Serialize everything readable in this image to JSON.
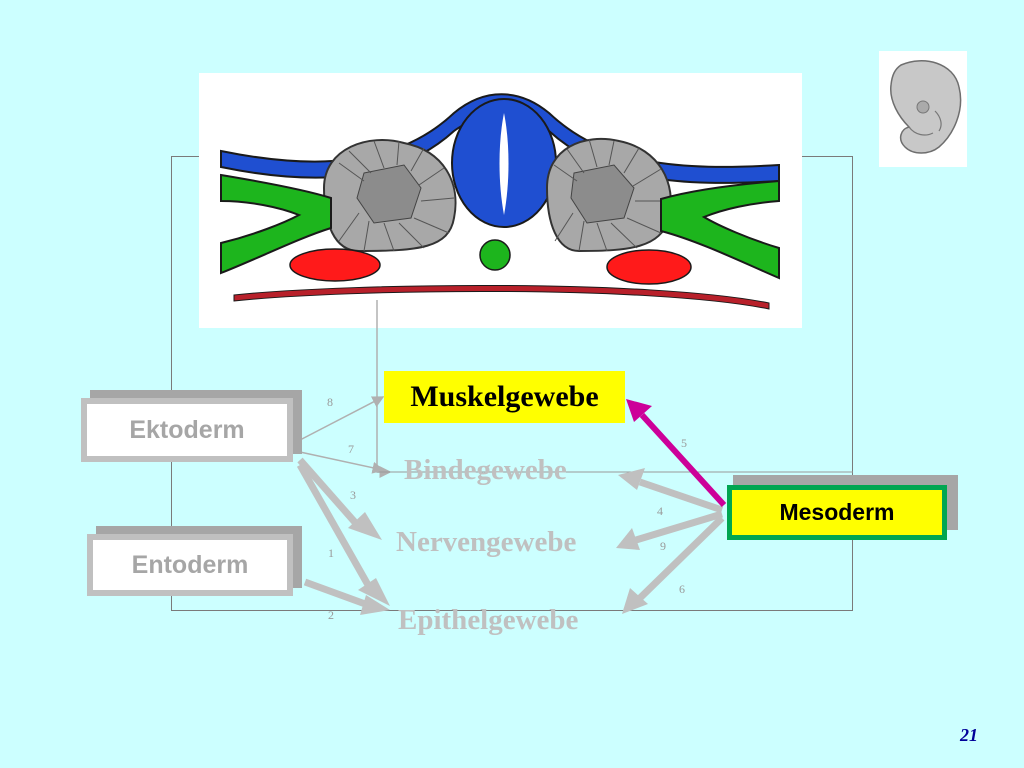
{
  "germ_layers": {
    "ektoderm": "Ektoderm",
    "entoderm": "Entoderm",
    "mesoderm": "Mesoderm"
  },
  "tissues": {
    "muskel": "Muskelgewebe",
    "binde": "Bindegewebe",
    "nerven": "Nervengewebe",
    "epithel": "Epithelgewebe"
  },
  "arrow_numbers": {
    "n1": "1",
    "n2": "2",
    "n3": "3",
    "n4": "4",
    "n5": "5",
    "n6": "6",
    "n7": "7",
    "n8": "8",
    "n9": "9"
  },
  "page_number": "21",
  "colors": {
    "background": "#ccffff",
    "highlight": "#ffff00",
    "mesoderm_border": "#00a651",
    "muscle_arrow": "#cc0099",
    "neural_tube": "#1f4fd1",
    "somite_green": "#1db51d",
    "aorta_red": "#ff1a1a",
    "faded_gray": "#c0c0c0"
  },
  "icons": {
    "cross_section": "embryo-cross-section-illustration",
    "thumbnail": "embryo-thumbnail"
  }
}
